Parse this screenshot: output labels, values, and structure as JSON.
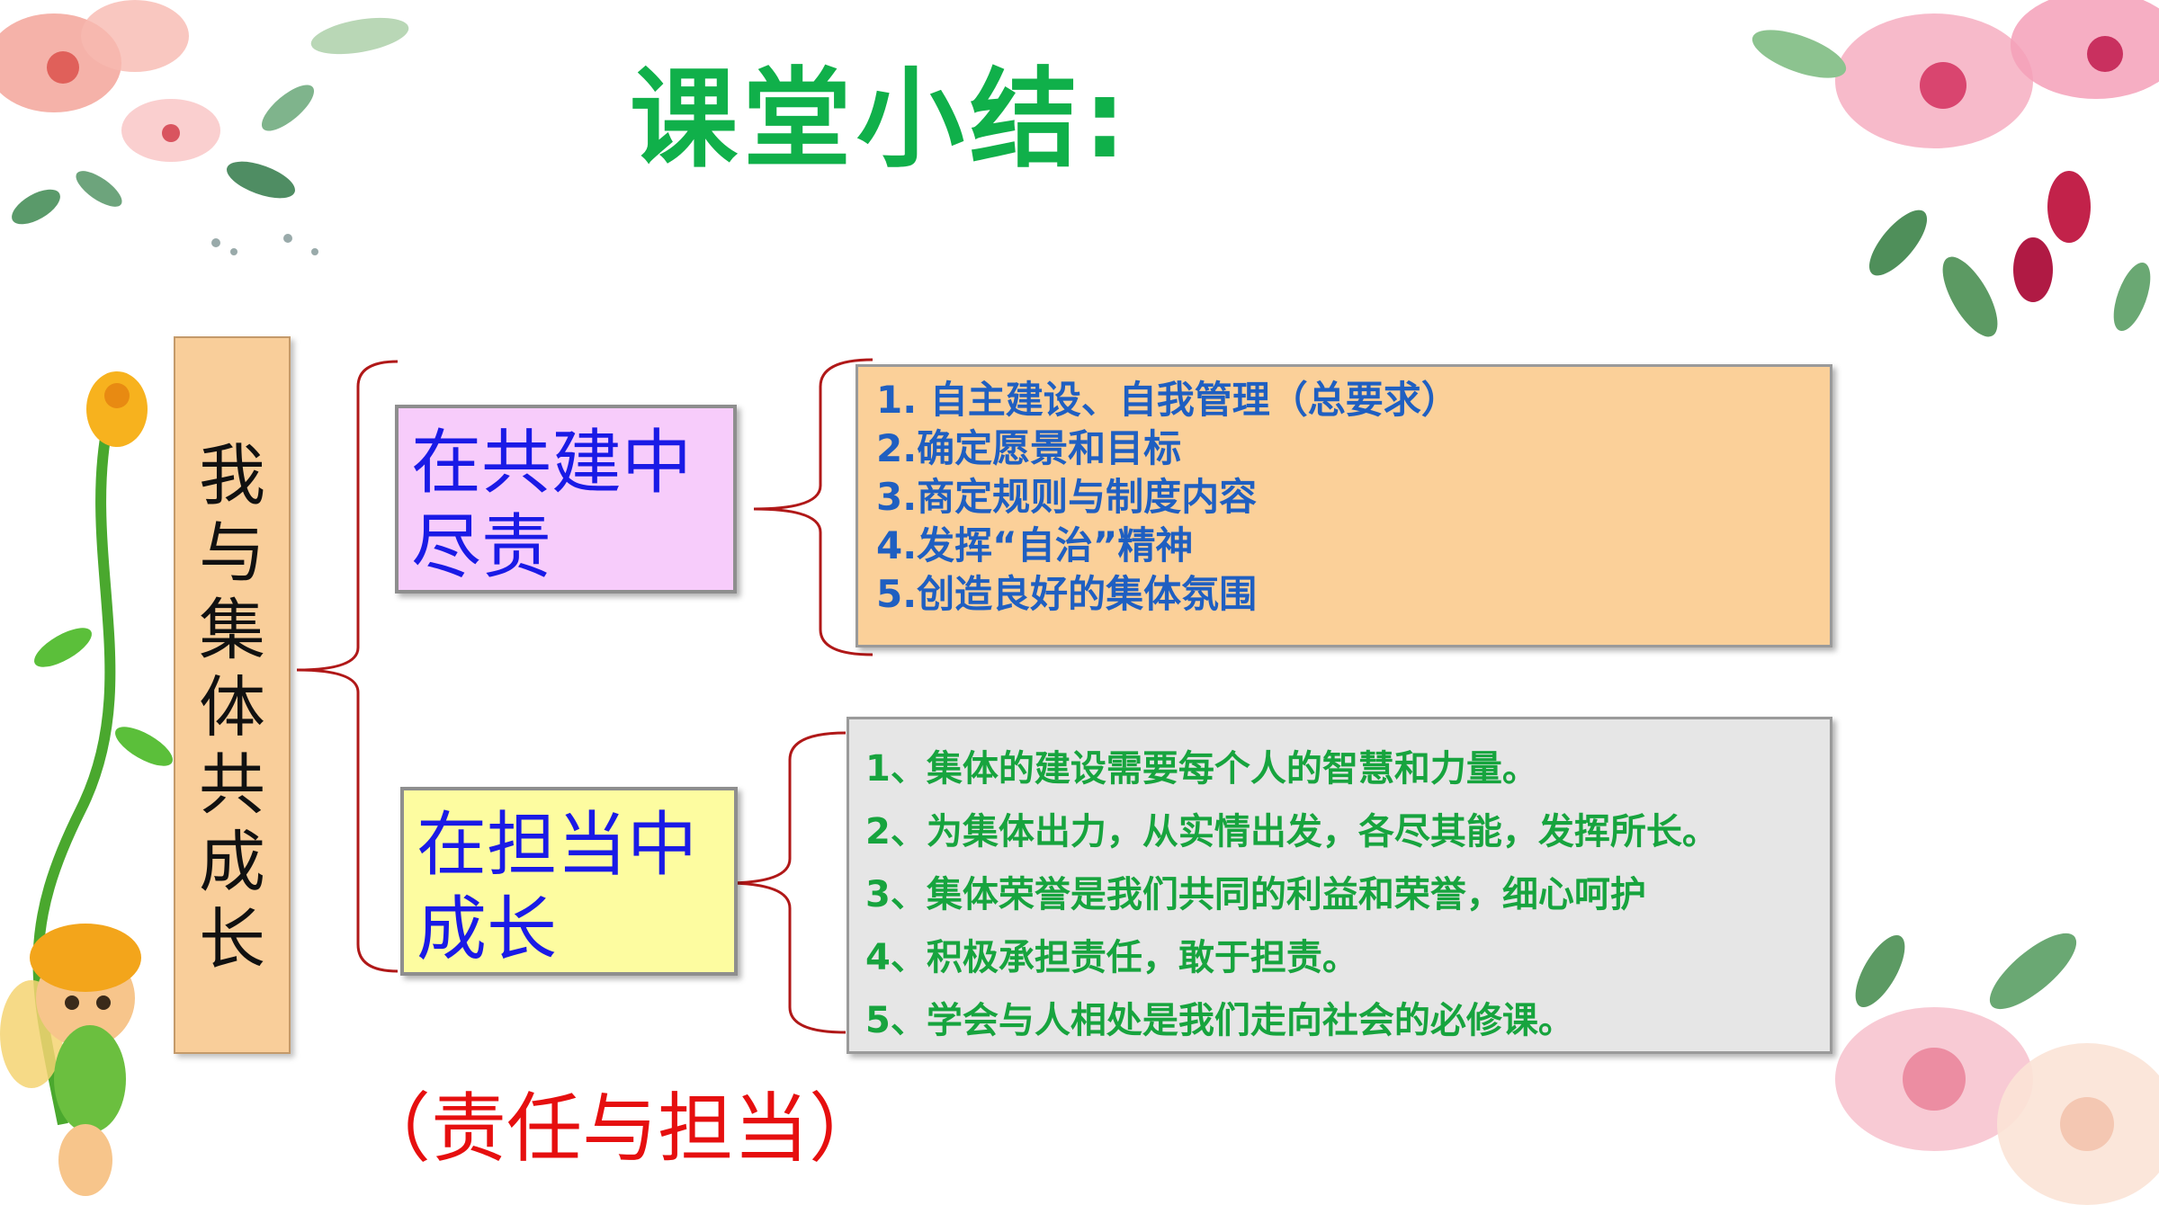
{
  "title": "课堂小结:",
  "root": {
    "label": "我与集体共成长"
  },
  "branches": [
    {
      "label": "在共建中尽责",
      "items": [
        "1. 自主建设、自我管理（总要求）",
        "2.确定愿景和目标",
        "3.商定规则与制度内容",
        "4.发挥“自治”精神",
        "5.创造良好的集体氛围"
      ]
    },
    {
      "label": "在担当中成长",
      "items": [
        "1、集体的建设需要每个人的智慧和力量。",
        "2、为集体出力，从实情出发，各尽其能，发挥所长。",
        "3、集体荣誉是我们共同的利益和荣誉，细心呵护",
        "4、积极承担责任，敢于担责。",
        "5、学会与人相处是我们走向社会的必修课。"
      ]
    }
  ],
  "note": "（责任与担当）",
  "colors": {
    "title": "#10b04a",
    "root_box": "#f9ce9a",
    "branch1_box": "#f7ccfb",
    "branch2_box": "#fdfca0",
    "branch_text": "#1a1ae6",
    "detail1_box": "#fbd099",
    "detail1_text": "#1f5fc1",
    "detail2_box": "#e6e6e6",
    "detail2_text": "#17a43e",
    "brace": "#b01818",
    "note": "#e60f0f"
  },
  "decorations": [
    "flower-top-left",
    "flower-top-right",
    "flower-bottom-right",
    "fairy-flower-stem-left"
  ]
}
